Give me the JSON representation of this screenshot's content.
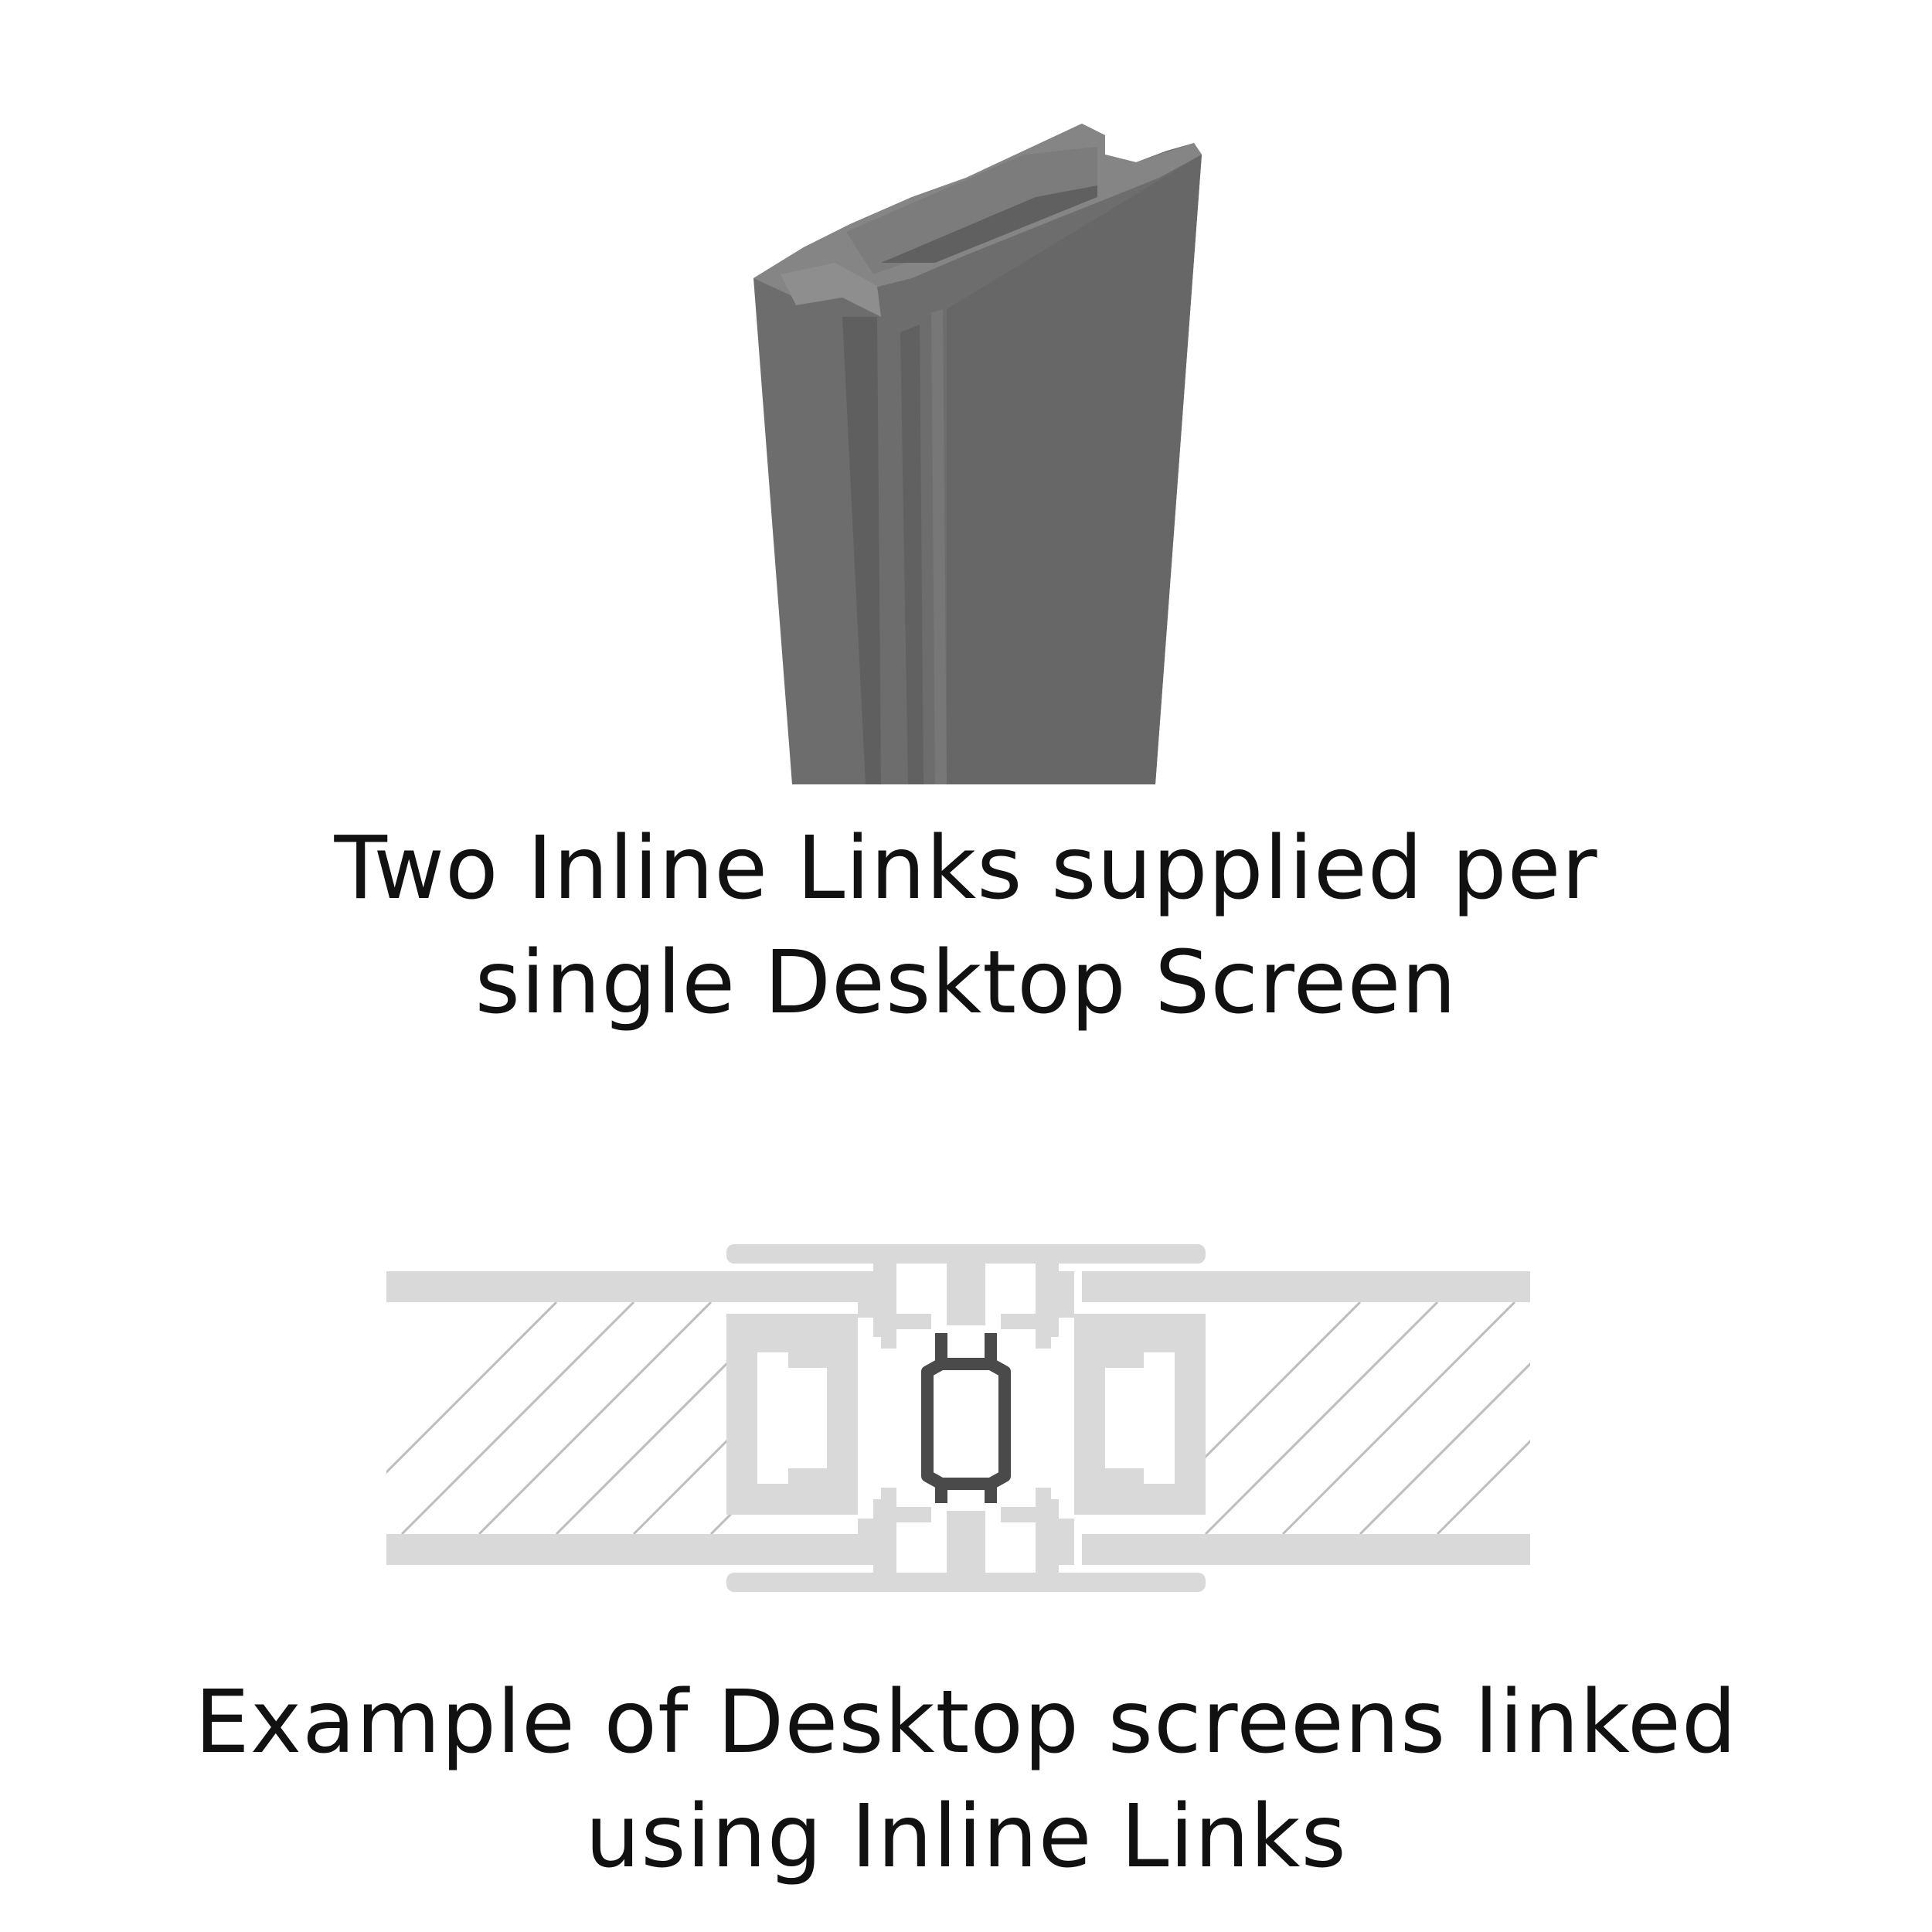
{
  "captions": {
    "top": {
      "line1": "Two Inline Links supplied per",
      "line2": "single Desktop Screen"
    },
    "bottom": {
      "line1": "Example of Desktop screens linked",
      "line2": "using Inline Links"
    }
  },
  "colors": {
    "background": "#ffffff",
    "link_profile": "#6b6b6b",
    "cross_section_light": "#d9d9d9",
    "cross_section_dark": "#4a4a4a",
    "hatch": "#bdbdbd",
    "text": "#111111"
  },
  "icons": {
    "inline_link_profile": "inline-link-3d-icon",
    "cross_section": "linked-screens-cross-section"
  }
}
